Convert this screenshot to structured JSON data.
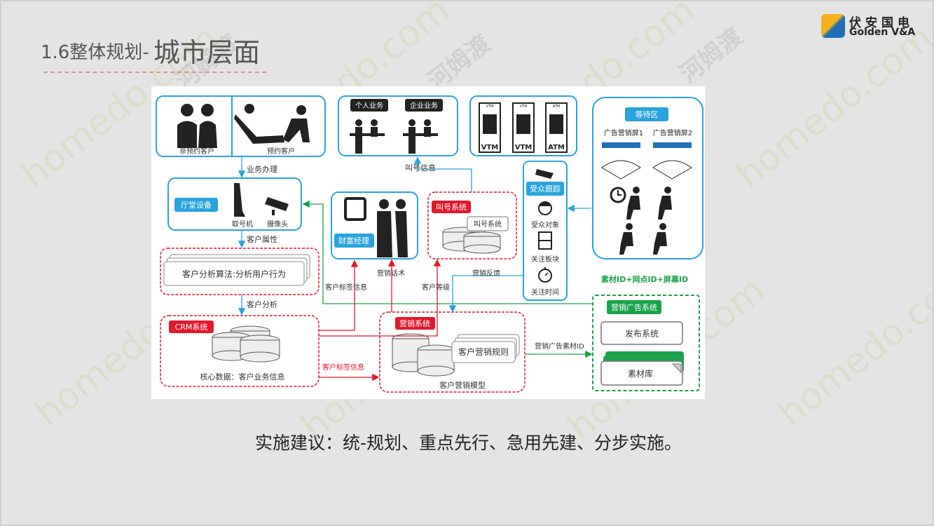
{
  "title": {
    "prefix": "1.6整体规划-",
    "main": "城市层面"
  },
  "logo": {
    "cn": "伏安国电",
    "en": "Golden V&A"
  },
  "watermark": {
    "en": "homedo.com",
    "cn": "河姆渡"
  },
  "suggestion": "实施建议：统-规划、重点先行、急用先建、分步实施。",
  "colors": {
    "blue": "#29a3de",
    "red": "#e2192c",
    "green": "#1aa34a",
    "background": "#e4e4e4"
  },
  "diagram": {
    "customers": {
      "non_reserved": "非预约客户",
      "reserved": "预约客户"
    },
    "counters": {
      "personal": "个人业务",
      "corporate": "企业业务"
    },
    "machines": [
      "VTM",
      "VTM",
      "ATM"
    ],
    "machine_tops": [
      "VTM",
      "VTM",
      "ATM"
    ],
    "waiting": {
      "title": "等待区",
      "screen1": "广告营销屏1",
      "screen2": "广告营销屏2"
    },
    "business_handling": "业务办理",
    "call_info": "叫号信息",
    "hall": {
      "title": "厅堂设备",
      "kiosk": "取号机",
      "camera": "摄像头"
    },
    "wealth_manager": "财富经理",
    "call_system": {
      "title": "叫号系统",
      "inner": "叫号系统"
    },
    "audience": {
      "title": "受众跟踪",
      "object": "受众对象",
      "section": "关注板块",
      "time": "关注时间"
    },
    "customer_attr": "客户属性",
    "analysis": "客户分析算法:分析用户行为",
    "customer_analysis": "客户分析",
    "crm": {
      "title": "CRM系统",
      "core": "核心数据：客户业务信息"
    },
    "tag_info": "客户标签信息",
    "marketing_script": "营销话术",
    "customer_level": "客户等级",
    "marketing_feedback": "营销反馈",
    "marketing": {
      "title": "营销系统",
      "rules": "客户营销规则",
      "model": "客户营销模型"
    },
    "tag_info_red": "客户标签信息",
    "ad_material_id": "营销广告素材ID",
    "ids": "素材ID+网点ID+屏幕ID",
    "ad_system": {
      "title": "营销广告系统",
      "publish": "发布系统",
      "library": "素材库"
    }
  }
}
